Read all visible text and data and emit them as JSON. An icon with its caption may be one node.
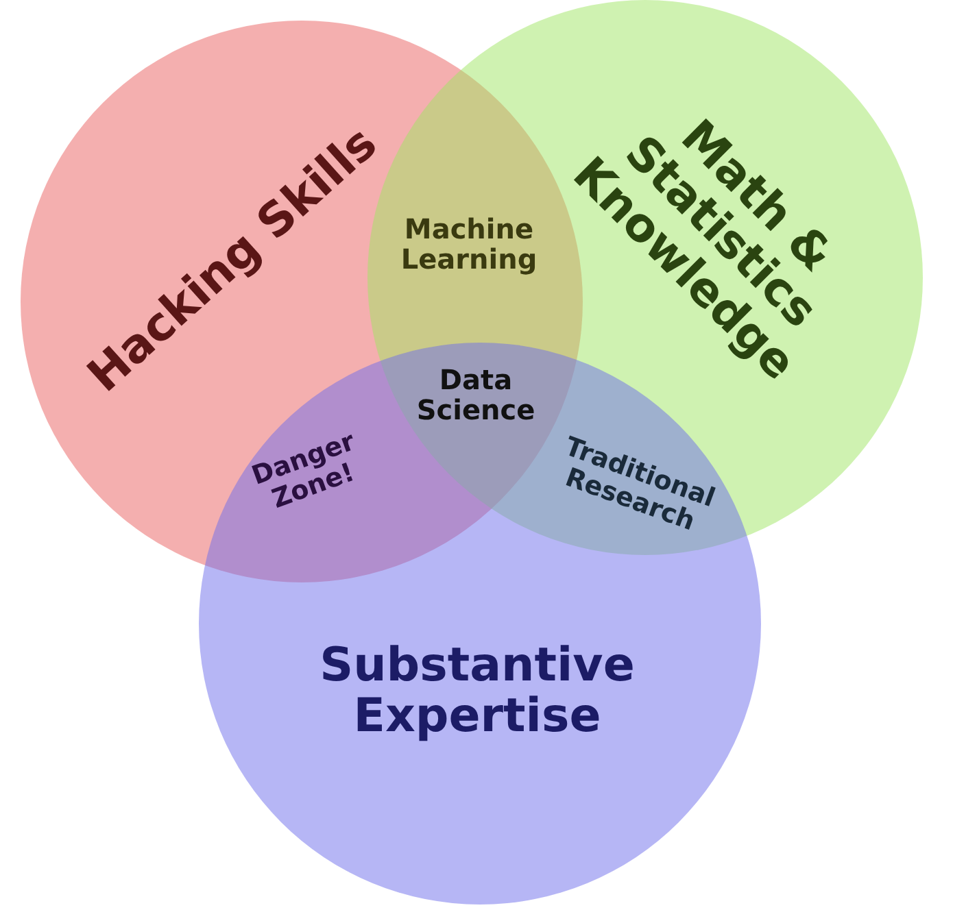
{
  "diagram": {
    "nodes": [
      {
        "text": [
          "Hacking Skills"
        ]
      },
      {
        "text": [
          "Math & Statistics Knowledge"
        ]
      },
      {
        "text": [
          "Substantive Expertise"
        ]
      }
    ],
    "labels": [
      "Machine Learning",
      "Data Science",
      "Danger Zone!",
      "Traditional Research"
    ]
  }
}
